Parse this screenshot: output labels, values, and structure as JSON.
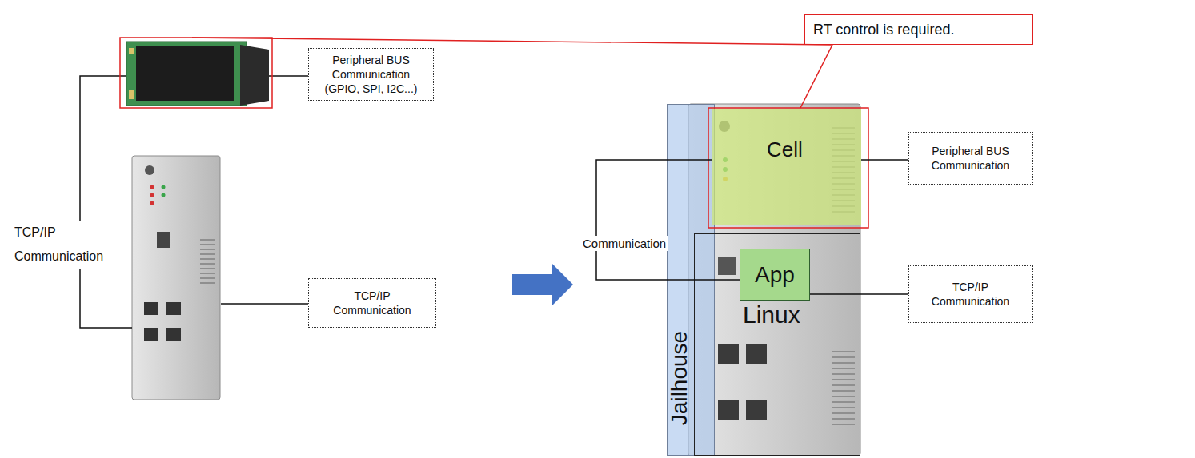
{
  "diagram": {
    "nodes": [
      {
        "text": [
          "RT control is required."
        ]
      },
      {
        "text": [
          "Peripheral BUS Communication (GPIO, SPI, I2C...)"
        ]
      },
      {
        "text": [
          "TCP/IP Communication"
        ]
      },
      {
        "text": [
          "Jailhouse"
        ]
      },
      {
        "text": [
          "Cell"
        ]
      },
      {
        "text": [
          "Linux"
        ]
      },
      {
        "text": [
          "App"
        ],
        "in": 5
      },
      {
        "text": [
          "Peripheral BUS Communication"
        ]
      },
      {
        "text": [
          "TCP/IP Communication"
        ]
      }
    ],
    "edges": [
      {
        "from": 4,
        "to": 6,
        "label": "Communication",
        "arrow": "none"
      },
      {
        "from": 4,
        "to": 7,
        "arrow": "none"
      },
      {
        "from": 6,
        "to": 8,
        "arrow": "none"
      }
    ],
    "labels": [
      "TCP/IP Communication"
    ]
  }
}
